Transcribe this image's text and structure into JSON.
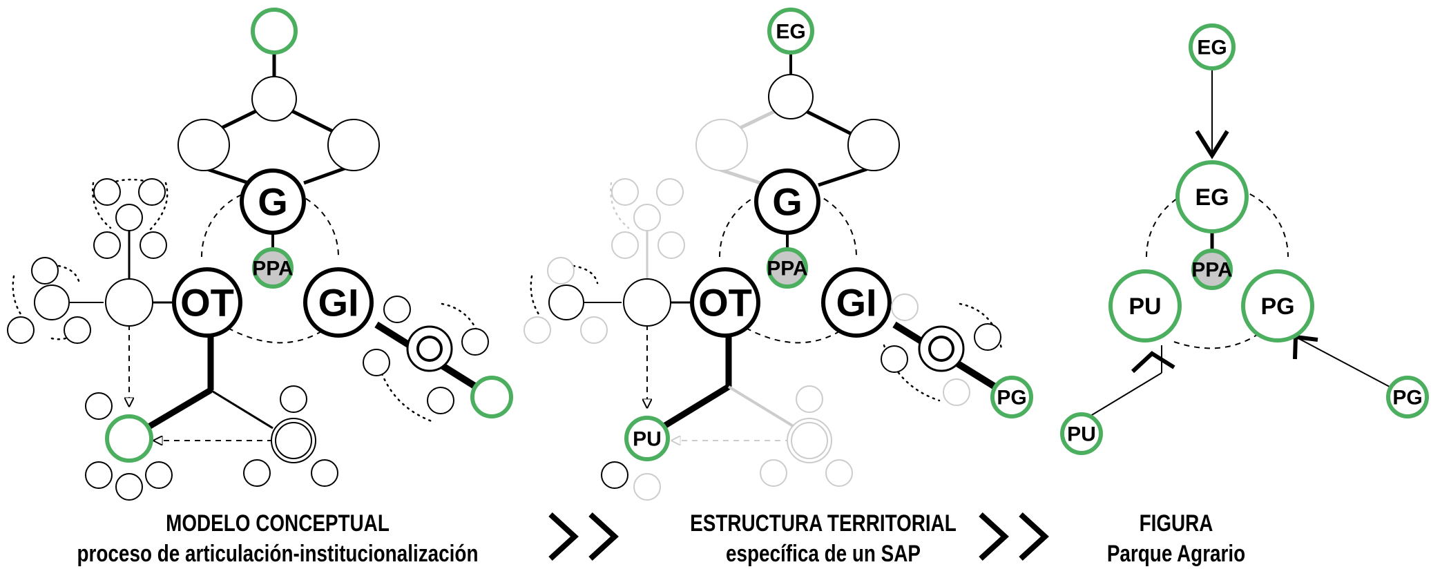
{
  "panel1": {
    "caption_line1": "MODELO CONCEPTUAL",
    "caption_line2": "proceso de articulación-institucionalización",
    "nodes": {
      "g": "G",
      "ot": "OT",
      "gi": "GI",
      "ppa": "PPA"
    }
  },
  "panel2": {
    "caption_line1": "ESTRUCTURA TERRITORIAL",
    "caption_line2": "específica de un SAP",
    "nodes": {
      "eg": "EG",
      "g": "G",
      "ot": "OT",
      "gi": "GI",
      "ppa": "PPA",
      "pu": "PU",
      "pg": "PG"
    }
  },
  "panel3": {
    "caption_line1": "FIGURA",
    "caption_line2": "Parque Agrario",
    "nodes": {
      "eg_top": "EG",
      "eg": "EG",
      "ppa": "PPA",
      "pu": "PU",
      "pg": "PG",
      "pu_out": "PU",
      "pg_out": "PG"
    }
  },
  "colors": {
    "accent_green": "#4caf5f",
    "ink": "#000000",
    "faded": "#cccccc",
    "ppa_fill": "#c8c8c8"
  }
}
